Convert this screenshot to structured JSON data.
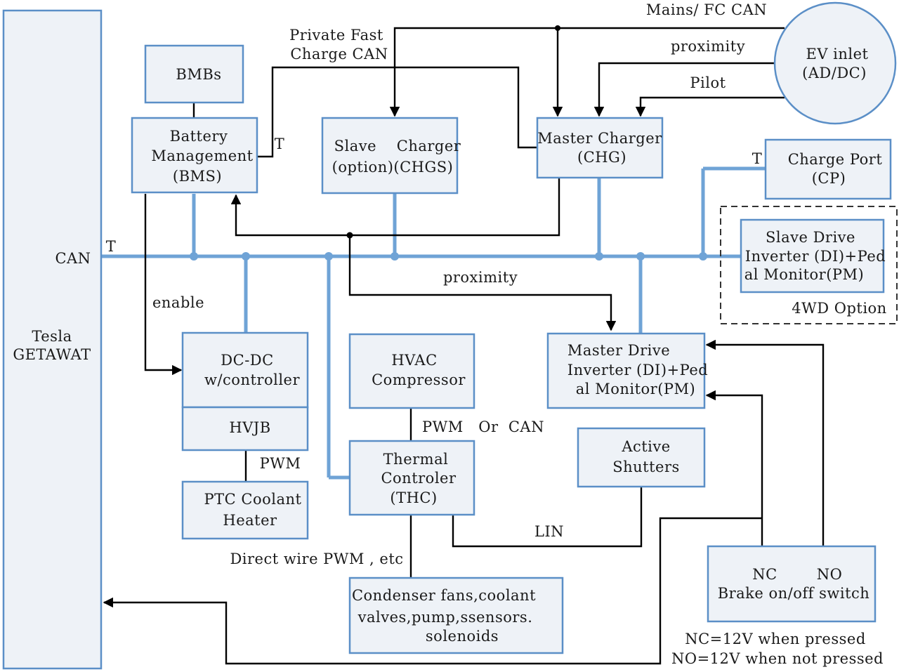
{
  "gateway": {
    "line1": "Tesla",
    "line2": "GETAWAT",
    "can_label": "CAN",
    "can_t": "T"
  },
  "bmbs": "BMBs",
  "bms": {
    "line1": "Battery",
    "line2": "Management",
    "line3": "(BMS)",
    "t": "T"
  },
  "private_can": {
    "line1": "Private Fast",
    "line2": "Charge CAN"
  },
  "mains_can": "Mains/ FC CAN",
  "ev_inlet": {
    "line1": "EV inlet",
    "line2": "(AD/DC)"
  },
  "proximity_top": "proximity",
  "pilot": "Pilot",
  "slave_charger": {
    "line1": "Slave    Charger",
    "line2": "(option)(CHGS)"
  },
  "master_charger": {
    "line1": "Master Charger",
    "line2": "(CHG)"
  },
  "charge_port": {
    "line1": "Charge Port",
    "line2": "(CP)",
    "t": "T"
  },
  "slave_drive": {
    "line1": "Slave Drive",
    "line2": "Inverter (DI)+Ped",
    "line3": "al Monitor(PM)"
  },
  "wd_option": "4WD Option",
  "proximity_mid": "proximity",
  "enable": "enable",
  "dcdc": {
    "line1": "DC-DC",
    "line2": "w/controller"
  },
  "hvjb": "HVJB",
  "pwm_left": "PWM",
  "ptc": {
    "line1": "PTC Coolant",
    "line2": "Heater"
  },
  "hvac": {
    "line1": "HVAC",
    "line2": "Compressor"
  },
  "pwm_or_can": "PWM   Or  CAN",
  "thc": {
    "line1": "Thermal",
    "line2": "Controler",
    "line3": "(THC)"
  },
  "master_drive": {
    "line1": "Master Drive",
    "line2": "Inverter (DI)+Ped",
    "line3": "al Monitor(PM)"
  },
  "shutters": {
    "line1": "Active",
    "line2": "Shutters"
  },
  "lin": "LIN",
  "direct_wire": "Direct wire PWM , etc",
  "condenser": {
    "line1": "Condenser fans,coolant",
    "line2": "valves,pump,ssensors.",
    "line3": "solenoids"
  },
  "brake": {
    "nc": "NC",
    "no": "NO",
    "line2": "Brake on/off switch"
  },
  "note_nc": "NC=12V when pressed",
  "note_no": "NO=12V when not pressed",
  "colors": {
    "box_fill": "#eef2f7",
    "box_stroke": "#5b8fc7",
    "bus": "#6fa3d6",
    "wire": "#000000"
  }
}
